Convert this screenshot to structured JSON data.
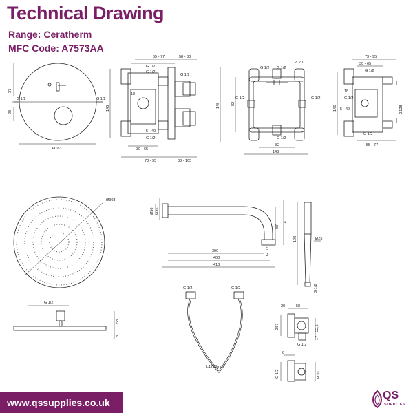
{
  "header": {
    "title": "Technical Drawing",
    "range": "Range: Ceratherm",
    "mfc_code": "MFC Code: A7573AA"
  },
  "footer": {
    "url": "www.qssupplies.co.uk",
    "logo_mark": "QS",
    "logo_sub": "SUPPLIES"
  },
  "labels": {
    "d37": "37",
    "d28": "28",
    "g12": "G 1/2",
    "d163": "Ø163",
    "d55_77": "55 - 77",
    "d58_80": "58 - 80",
    "d146": "146",
    "d18": "18",
    "d5_40": "5 - 40",
    "d30_65": "30 - 65",
    "d73_95": "73 - 95",
    "d83_105": "83 - 105",
    "d20": "Ø 20",
    "d148": "148",
    "d82": "82",
    "d128": "Ø128",
    "d303": "Ø303",
    "d56": "Ø56",
    "d35": "Ø35",
    "d87": "87",
    "d114": "114",
    "d390": "390",
    "d400": "400",
    "d418": "418",
    "d198": "198",
    "d25": "Ø25",
    "d58": "58",
    "d8": "8",
    "l1750": "L1750mm",
    "d20b": "20",
    "d57": "Ø57",
    "d22_5": "22,5",
    "d17": "17",
    "d6": "6",
    "d30": "Ø30"
  }
}
